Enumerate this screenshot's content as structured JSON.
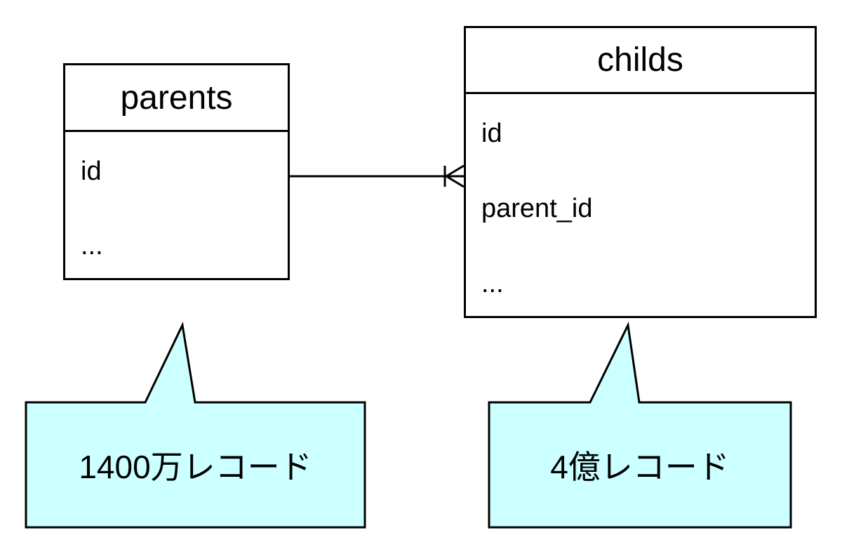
{
  "entities": {
    "parents": {
      "name": "parents",
      "fields": [
        "id",
        "..."
      ]
    },
    "childs": {
      "name": "childs",
      "fields": [
        "id",
        "parent_id",
        "..."
      ]
    }
  },
  "relationship": {
    "from": "parents.id",
    "to": "childs",
    "type": "one-to-many",
    "notation": "crow's foot (one-or-many)"
  },
  "callouts": [
    {
      "target": "parents",
      "text": "1400万レコード",
      "fill": "#ccffff"
    },
    {
      "target": "childs",
      "text": "4億レコード",
      "fill": "#ccffff"
    }
  ],
  "colors": {
    "stroke": "#000000",
    "background": "#ffffff",
    "callout_fill": "#ccffff"
  }
}
